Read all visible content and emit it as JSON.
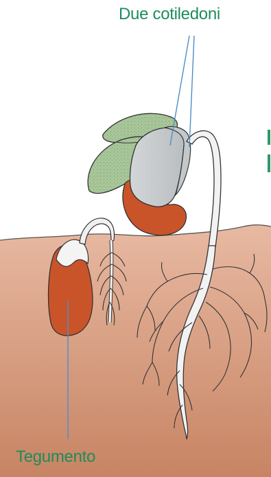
{
  "labels": {
    "top": "Due cotiledoni",
    "bottom": "Tegumento"
  },
  "colors": {
    "label": "#1e8c5c",
    "soil_top": "#e6b49c",
    "soil_bottom": "#c47f61",
    "seed_coat": "#c8552a",
    "cotyledon": "#c9cdd0",
    "leaf": "#a7c59a",
    "root": "#f2f2f2",
    "outline": "#333333",
    "pointer": "#4a8fc9"
  },
  "icons": {
    "soil": "soil-layer",
    "seedling": "germinating-bean-seedling",
    "seed": "bean-seed-with-seed-coat"
  }
}
